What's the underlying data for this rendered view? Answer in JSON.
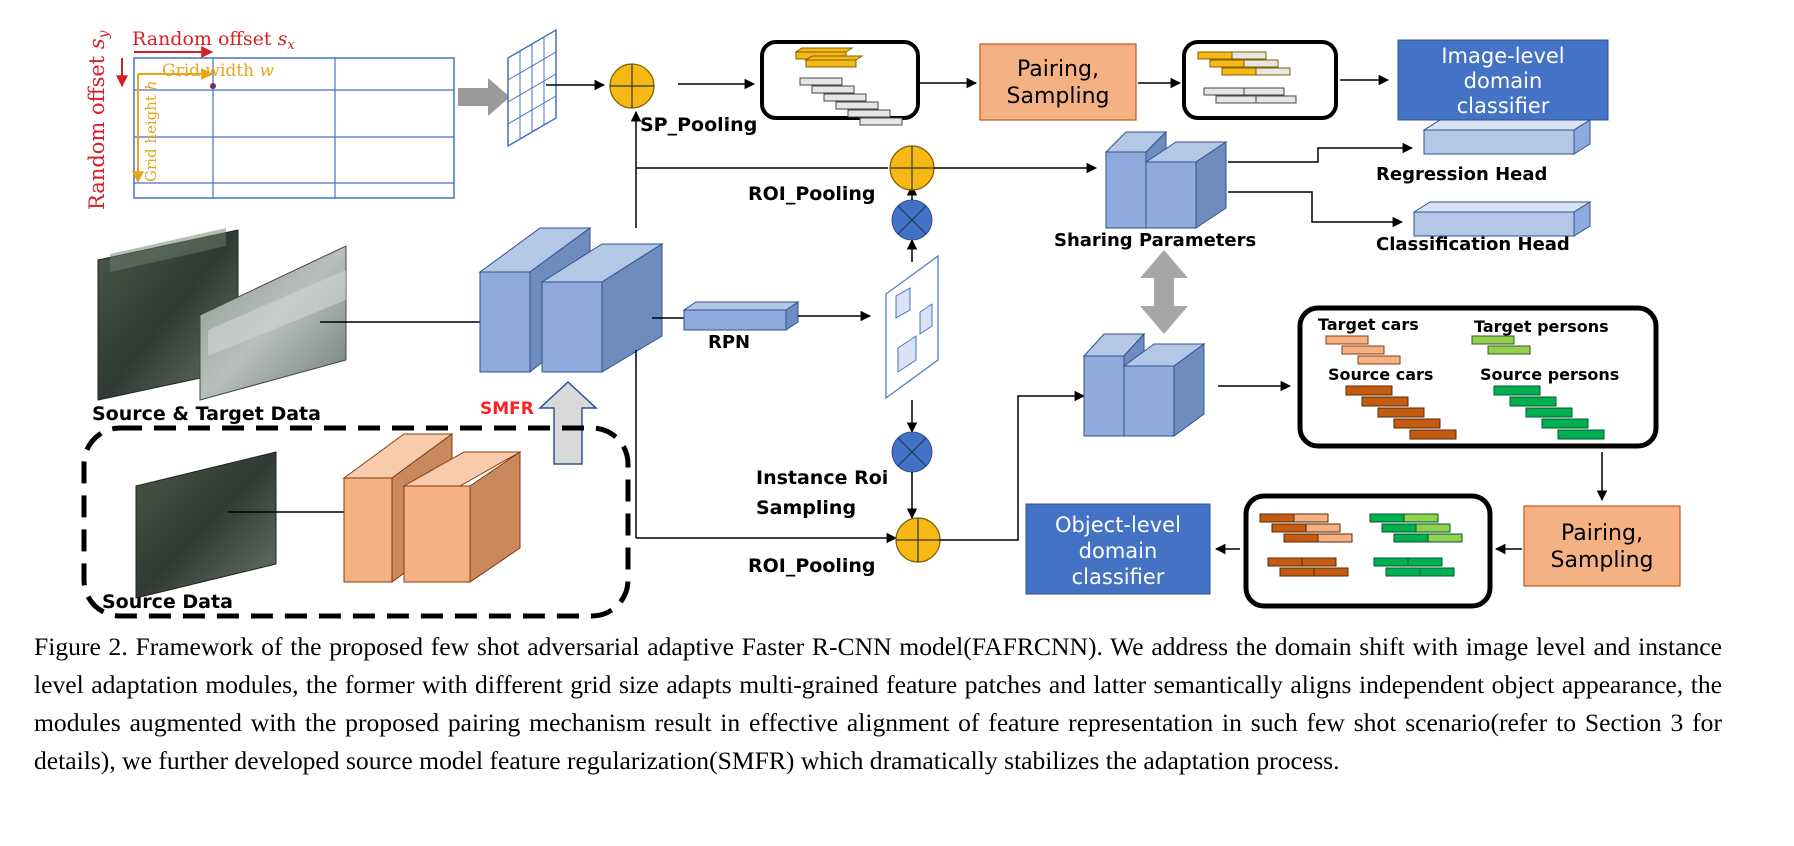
{
  "diagram": {
    "grid_panel": {
      "random_offset_x": "Random offset",
      "random_offset_x_math": "s",
      "random_offset_x_sub": "x",
      "random_offset_y": "Random offset",
      "random_offset_y_math": "s",
      "random_offset_y_sub": "y",
      "grid_width": "Grid width",
      "grid_width_math": "w",
      "grid_height": "Grid height",
      "grid_height_math": "h"
    },
    "labels": {
      "sp_pooling": "SP_Pooling",
      "roi_pooling_top": "ROI_Pooling",
      "roi_pooling_bottom": "ROI_Pooling",
      "rpn": "RPN",
      "smfr": "SMFR",
      "source_target_data": "Source & Target Data",
      "source_data": "Source Data",
      "instance_roi_sampling_1": "Instance Roi",
      "instance_roi_sampling_2": "Sampling",
      "sharing_parameters": "Sharing Parameters",
      "regression_head": "Regression Head",
      "classification_head": "Classification Head",
      "target_cars": "Target cars",
      "target_persons": "Target persons",
      "source_cars": "Source cars",
      "source_persons": "Source persons"
    },
    "boxes": {
      "pairing_top_1": "Pairing,",
      "pairing_top_2": "Sampling",
      "pairing_bottom_1": "Pairing,",
      "pairing_bottom_2": "Sampling",
      "image_cls_1": "Image-level",
      "image_cls_2": "domain",
      "image_cls_3": "classifier",
      "object_cls_1": "Object-level",
      "object_cls_2": "domain",
      "object_cls_3": "classifier"
    },
    "colors": {
      "feature_blue": "#8faadc",
      "classifier_blue": "#4472c4",
      "pairing_orange": "#f4b183",
      "source_car_orange": "#c55a11",
      "target_car_orange": "#f4b183",
      "source_person_green": "#00b050",
      "target_person_green": "#92d050",
      "pool_yellow": "#f6b914",
      "multiply_blue": "#4472c4",
      "annotation_red": "#d61f26",
      "annotation_yellow": "#e8a51a"
    }
  },
  "caption": "Figure 2. Framework of the proposed few shot adversarial adaptive Faster R-CNN model(FAFRCNN). We address the domain shift with image level and instance level adaptation modules, the former with different grid size adapts multi-grained feature patches and latter semantically aligns independent object appearance, the modules augmented with the proposed pairing mechanism result in effective alignment of feature representation in such few shot scenario(refer to Section 3 for details), we further developed source model feature regularization(SMFR) which dramatically stabilizes the adaptation process."
}
